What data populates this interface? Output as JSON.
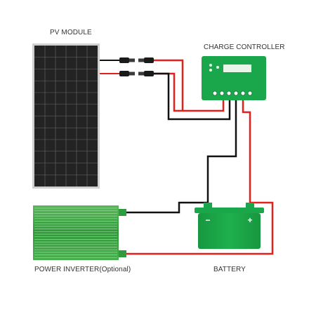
{
  "labels": {
    "pv_module": "PV MODULE",
    "charge_controller": "CHARGE CONTROLLER",
    "power_inverter": "POWER INVERTER(Optional)",
    "battery": "BATTERY"
  },
  "battery": {
    "negative": "−",
    "positive": "+"
  },
  "colors": {
    "positive_wire": "#e3201b",
    "negative_wire": "#111111",
    "controller": "#1aa64a",
    "battery": "#1aa64a",
    "inverter": "#2e9c3c",
    "panel_cell": "#262626",
    "panel_frame": "#c9c9c9"
  }
}
